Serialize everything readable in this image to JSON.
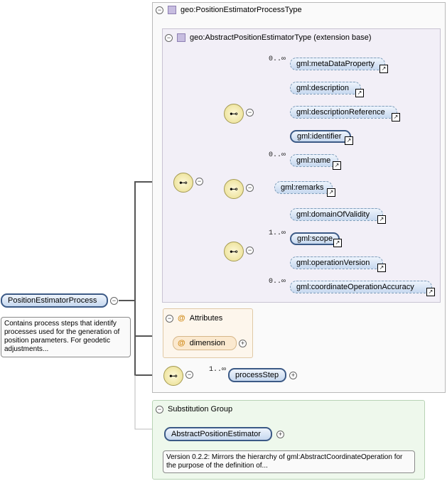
{
  "outer_type": {
    "label": "geo:PositionEstimatorProcessType"
  },
  "ext_type": {
    "label": "geo:AbstractPositionEstimatorType (extension base)"
  },
  "root": {
    "label": "PositionEstimatorProcess",
    "doc": "Contains process steps that identify processes used for the generation of position parameters. For geodetic adjustments..."
  },
  "seq1": [
    {
      "label": "gml:metaDataProperty",
      "card": "0..∞"
    },
    {
      "label": "gml:description",
      "card": ""
    },
    {
      "label": "gml:descriptionReference",
      "card": ""
    },
    {
      "label": "gml:identifier",
      "card": ""
    },
    {
      "label": "gml:name",
      "card": "0..∞"
    }
  ],
  "remarks": {
    "label": "gml:remarks"
  },
  "seq3": [
    {
      "label": "gml:domainOfValidity",
      "card": ""
    },
    {
      "label": "gml:scope",
      "card": "1..∞"
    },
    {
      "label": "gml:operationVersion",
      "card": ""
    },
    {
      "label": "gml:coordinateOperationAccuracy",
      "card": "0..∞"
    }
  ],
  "attributes": {
    "title": "Attributes",
    "item": "dimension",
    "at_symbol": "@"
  },
  "process_step": {
    "label": "processStep",
    "card": "1..∞"
  },
  "substitution": {
    "title": "Substitution Group",
    "label": "AbstractPositionEstimator",
    "doc": "Version 0.2.2: Mirrors the hierarchy of gml:AbstractCoordinateOperation for the purpose of the definition of..."
  },
  "icons": {
    "minus": "⊖",
    "plus": "+",
    "ref": "↗",
    "seq": "⊶"
  }
}
